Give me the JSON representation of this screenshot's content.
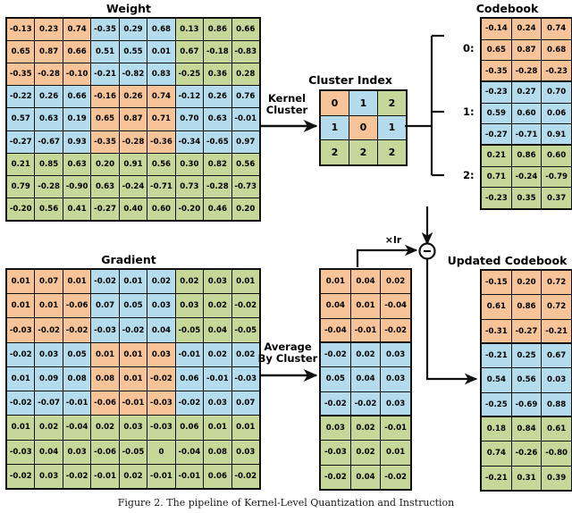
{
  "figure": {
    "caption": "Figure 2. The pipeline of Kernel-Level Quantization and Instruction"
  },
  "colors": {
    "cluster0": "#f7c49a",
    "cluster1": "#b5dced",
    "cluster2": "#c6d79a",
    "outline": "#111111",
    "background": "#ffffff"
  },
  "panels": {
    "weight": {
      "title": "Weight",
      "rows": 9,
      "cols": 9,
      "values": [
        [
          "-0.13",
          "0.23",
          "0.74",
          "-0.35",
          "0.29",
          "0.68",
          "0.13",
          "0.86",
          "0.66"
        ],
        [
          "0.65",
          "0.87",
          "0.66",
          "0.51",
          "0.55",
          "0.01",
          "0.67",
          "-0.18",
          "-0.83"
        ],
        [
          "-0.35",
          "-0.28",
          "-0.10",
          "-0.21",
          "-0.82",
          "0.83",
          "-0.25",
          "0.36",
          "0.28"
        ],
        [
          "-0.22",
          "0.26",
          "0.66",
          "-0.16",
          "0.26",
          "0.74",
          "-0.12",
          "0.26",
          "0.76"
        ],
        [
          "0.57",
          "0.63",
          "0.19",
          "0.65",
          "0.87",
          "0.71",
          "0.70",
          "0.63",
          "-0.01"
        ],
        [
          "-0.27",
          "-0.67",
          "0.93",
          "-0.35",
          "-0.28",
          "-0.36",
          "-0.34",
          "-0.65",
          "0.97"
        ],
        [
          "0.21",
          "0.85",
          "0.63",
          "0.20",
          "0.91",
          "0.56",
          "0.30",
          "0.82",
          "0.56"
        ],
        [
          "0.79",
          "-0.28",
          "-0.90",
          "0.63",
          "-0.24",
          "-0.71",
          "0.73",
          "-0.28",
          "-0.73"
        ],
        [
          "-0.20",
          "0.56",
          "0.41",
          "-0.27",
          "0.40",
          "0.60",
          "-0.20",
          "0.46",
          "0.20"
        ]
      ],
      "block_clusters": [
        [
          0,
          1,
          2
        ],
        [
          1,
          0,
          1
        ],
        [
          2,
          2,
          2
        ]
      ]
    },
    "gradient": {
      "title": "Gradient",
      "rows": 9,
      "cols": 9,
      "values": [
        [
          "0.01",
          "0.07",
          "0.01",
          "-0.02",
          "0.01",
          "0.02",
          "0.02",
          "0.03",
          "0.01"
        ],
        [
          "0.01",
          "0.01",
          "-0.06",
          "0.07",
          "0.05",
          "0.03",
          "0.03",
          "0.02",
          "-0.02"
        ],
        [
          "-0.03",
          "-0.02",
          "-0.02",
          "-0.03",
          "-0.02",
          "0.04",
          "-0.05",
          "0.04",
          "-0.05"
        ],
        [
          "-0.02",
          "0.03",
          "0.05",
          "0.01",
          "0.01",
          "0.03",
          "-0.01",
          "0.02",
          "0.02"
        ],
        [
          "0.01",
          "0.09",
          "0.08",
          "0.08",
          "0.01",
          "-0.02",
          "0.06",
          "-0.01",
          "-0.03"
        ],
        [
          "-0.02",
          "-0.07",
          "-0.01",
          "-0.06",
          "-0.01",
          "-0.03",
          "-0.02",
          "0.03",
          "0.07"
        ],
        [
          "0.01",
          "0.02",
          "-0.04",
          "0.02",
          "0.03",
          "-0.03",
          "0.06",
          "0.01",
          "0.01"
        ],
        [
          "-0.03",
          "0.04",
          "0.03",
          "-0.06",
          "-0.05",
          "0",
          "-0.04",
          "0.08",
          "0.03"
        ],
        [
          "-0.02",
          "0.03",
          "-0.02",
          "-0.01",
          "0.02",
          "-0.01",
          "-0.01",
          "0.06",
          "-0.02"
        ]
      ],
      "block_clusters": [
        [
          0,
          1,
          2
        ],
        [
          1,
          0,
          1
        ],
        [
          2,
          2,
          2
        ]
      ]
    },
    "cluster_index": {
      "title": "Cluster Index",
      "rows": 3,
      "cols": 3,
      "values": [
        [
          "0",
          "1",
          "2"
        ],
        [
          "1",
          "0",
          "1"
        ],
        [
          "2",
          "2",
          "2"
        ]
      ]
    },
    "codebook": {
      "title": "Codebook",
      "labels": [
        "0:",
        "1:",
        "2:"
      ],
      "blocks": [
        [
          [
            "-0.14",
            "0.24",
            "0.74"
          ],
          [
            "0.65",
            "0.87",
            "0.68"
          ],
          [
            "-0.35",
            "-0.28",
            "-0.23"
          ]
        ],
        [
          [
            "-0.23",
            "0.27",
            "0.70"
          ],
          [
            "0.59",
            "0.60",
            "0.06"
          ],
          [
            "-0.27",
            "-0.71",
            "0.91"
          ]
        ],
        [
          [
            "0.21",
            "0.86",
            "0.60"
          ],
          [
            "0.71",
            "-0.24",
            "-0.79"
          ],
          [
            "-0.23",
            "0.35",
            "0.37"
          ]
        ]
      ]
    },
    "avg_gradient": {
      "title": "",
      "blocks": [
        [
          [
            "0.01",
            "0.04",
            "0.02"
          ],
          [
            "0.04",
            "0.01",
            "-0.04"
          ],
          [
            "-0.04",
            "-0.01",
            "-0.02"
          ]
        ],
        [
          [
            "-0.02",
            "0.02",
            "0.03"
          ],
          [
            "0.05",
            "0.04",
            "0.03"
          ],
          [
            "-0.02",
            "-0.02",
            "0.03"
          ]
        ],
        [
          [
            "0.03",
            "0.02",
            "-0.01"
          ],
          [
            "-0.03",
            "0.02",
            "0.01"
          ],
          [
            "-0.02",
            "0.04",
            "-0.02"
          ]
        ]
      ]
    },
    "updated_codebook": {
      "title": "Updated Codebook",
      "blocks": [
        [
          [
            "-0.15",
            "0.20",
            "0.72"
          ],
          [
            "0.61",
            "0.86",
            "0.72"
          ],
          [
            "-0.31",
            "-0.27",
            "-0.21"
          ]
        ],
        [
          [
            "-0.21",
            "0.25",
            "0.67"
          ],
          [
            "0.54",
            "0.56",
            "0.03"
          ],
          [
            "-0.25",
            "-0.69",
            "0.88"
          ]
        ],
        [
          [
            "0.18",
            "0.84",
            "0.61"
          ],
          [
            "0.74",
            "-0.26",
            "-0.80"
          ],
          [
            "-0.21",
            "0.31",
            "0.39"
          ]
        ]
      ]
    }
  },
  "arrows": {
    "kernel_cluster": "Kernel\nCluster",
    "kernel_cluster_line1": "Kernel",
    "kernel_cluster_line2": "Cluster",
    "average_by_cluster_line1": "Average",
    "average_by_cluster_line2": "By Cluster",
    "lr_label": "×lr",
    "minus_symbol": "−"
  }
}
